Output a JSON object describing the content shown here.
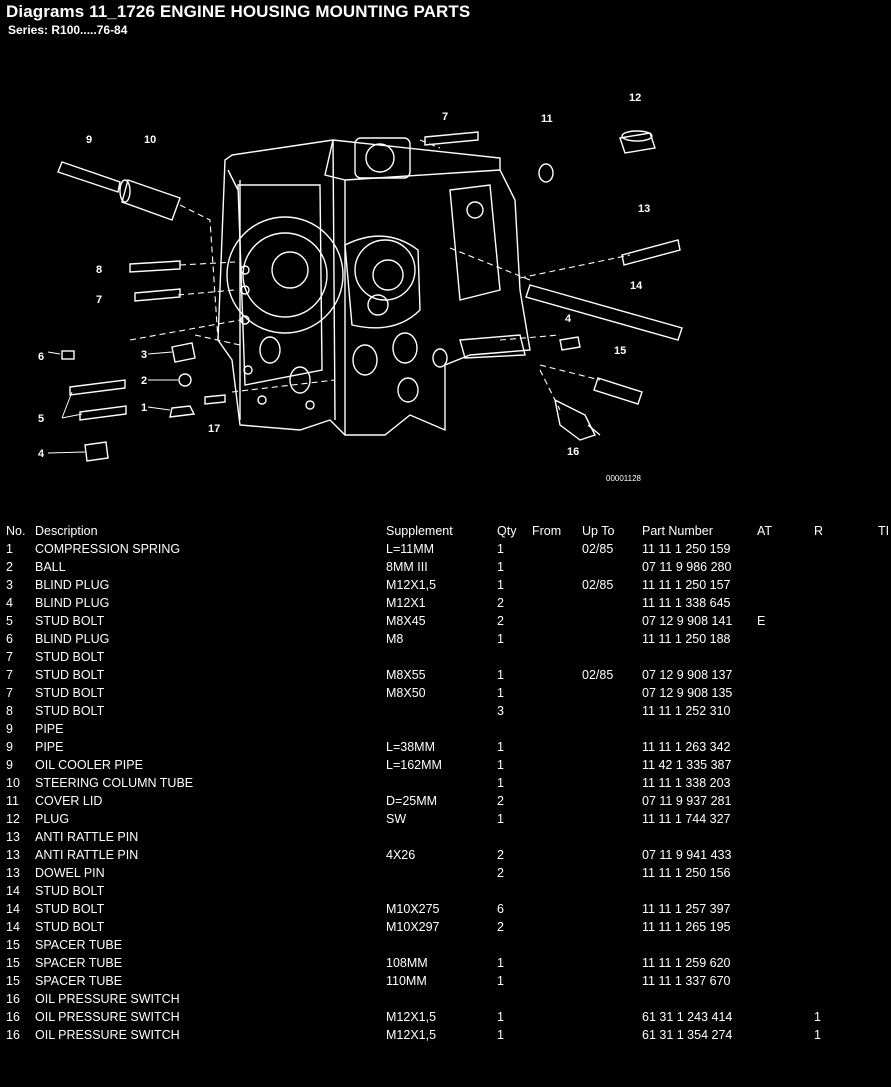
{
  "header": {
    "title": "Diagrams 11_1726 ENGINE HOUSING MOUNTING PARTS",
    "series": "Series: R100.....76-84"
  },
  "diagram": {
    "image_code": "00001128",
    "callouts": [
      "9",
      "10",
      "7",
      "11",
      "12",
      "13",
      "14",
      "8",
      "7",
      "6",
      "3",
      "2",
      "1",
      "5",
      "4",
      "17",
      "4",
      "15",
      "16"
    ]
  },
  "table": {
    "columns": {
      "no": "No.",
      "desc": "Description",
      "sup": "Supplement",
      "qty": "Qty",
      "from": "From",
      "upto": "Up To",
      "pn": "Part Number",
      "at": "AT",
      "r": "R",
      "ti": "TI"
    },
    "rows": [
      {
        "no": "1",
        "desc": "COMPRESSION SPRING",
        "sup": "L=11MM",
        "qty": "1",
        "from": "",
        "upto": "02/85",
        "pn": "11 11 1 250 159",
        "at": "",
        "r": "",
        "ti": ""
      },
      {
        "no": "2",
        "desc": "BALL",
        "sup": "8MM III",
        "qty": "1",
        "from": "",
        "upto": "",
        "pn": "07 11 9 986 280",
        "at": "",
        "r": "",
        "ti": ""
      },
      {
        "no": "3",
        "desc": "BLIND PLUG",
        "sup": "M12X1,5",
        "qty": "1",
        "from": "",
        "upto": "02/85",
        "pn": "11 11 1 250 157",
        "at": "",
        "r": "",
        "ti": ""
      },
      {
        "no": "4",
        "desc": "BLIND PLUG",
        "sup": "M12X1",
        "qty": "2",
        "from": "",
        "upto": "",
        "pn": "11 11 1 338 645",
        "at": "",
        "r": "",
        "ti": ""
      },
      {
        "no": "5",
        "desc": "STUD BOLT",
        "sup": "M8X45",
        "qty": "2",
        "from": "",
        "upto": "",
        "pn": "07 12 9 908 141",
        "at": "E",
        "r": "",
        "ti": ""
      },
      {
        "no": "6",
        "desc": "BLIND PLUG",
        "sup": "M8",
        "qty": "1",
        "from": "",
        "upto": "",
        "pn": "11 11 1 250 188",
        "at": "",
        "r": "",
        "ti": ""
      },
      {
        "no": "7",
        "desc": "STUD BOLT",
        "sup": "",
        "qty": "",
        "from": "",
        "upto": "",
        "pn": "",
        "at": "",
        "r": "",
        "ti": ""
      },
      {
        "no": "7",
        "desc": "STUD BOLT",
        "sup": "M8X55",
        "qty": "1",
        "from": "",
        "upto": "02/85",
        "pn": "07 12 9 908 137",
        "at": "",
        "r": "",
        "ti": ""
      },
      {
        "no": "7",
        "desc": "STUD BOLT",
        "sup": "M8X50",
        "qty": "1",
        "from": "",
        "upto": "",
        "pn": "07 12 9 908 135",
        "at": "",
        "r": "",
        "ti": ""
      },
      {
        "no": "8",
        "desc": "STUD BOLT",
        "sup": "",
        "qty": "3",
        "from": "",
        "upto": "",
        "pn": "11 11 1 252 310",
        "at": "",
        "r": "",
        "ti": ""
      },
      {
        "no": "9",
        "desc": "PIPE",
        "sup": "",
        "qty": "",
        "from": "",
        "upto": "",
        "pn": "",
        "at": "",
        "r": "",
        "ti": ""
      },
      {
        "no": "9",
        "desc": "PIPE",
        "sup": "L=38MM",
        "qty": "1",
        "from": "",
        "upto": "",
        "pn": "11 11 1 263 342",
        "at": "",
        "r": "",
        "ti": ""
      },
      {
        "no": "9",
        "desc": "OIL COOLER PIPE",
        "sup": "L=162MM",
        "qty": "1",
        "from": "",
        "upto": "",
        "pn": "11 42 1 335 387",
        "at": "",
        "r": "",
        "ti": ""
      },
      {
        "no": "10",
        "desc": "STEERING COLUMN TUBE",
        "sup": "",
        "qty": "1",
        "from": "",
        "upto": "",
        "pn": "11 11 1 338 203",
        "at": "",
        "r": "",
        "ti": ""
      },
      {
        "no": "11",
        "desc": "COVER LID",
        "sup": "D=25MM",
        "qty": "2",
        "from": "",
        "upto": "",
        "pn": "07 11 9 937 281",
        "at": "",
        "r": "",
        "ti": ""
      },
      {
        "no": "12",
        "desc": "PLUG",
        "sup": "SW",
        "qty": "1",
        "from": "",
        "upto": "",
        "pn": "11 11 1 744 327",
        "at": "",
        "r": "",
        "ti": ""
      },
      {
        "no": "13",
        "desc": "ANTI RATTLE PIN",
        "sup": "",
        "qty": "",
        "from": "",
        "upto": "",
        "pn": "",
        "at": "",
        "r": "",
        "ti": ""
      },
      {
        "no": "13",
        "desc": "ANTI RATTLE PIN",
        "sup": "4X26",
        "qty": "2",
        "from": "",
        "upto": "",
        "pn": "07 11 9 941 433",
        "at": "",
        "r": "",
        "ti": ""
      },
      {
        "no": "13",
        "desc": "DOWEL PIN",
        "sup": "",
        "qty": "2",
        "from": "",
        "upto": "",
        "pn": "11 11 1 250 156",
        "at": "",
        "r": "",
        "ti": ""
      },
      {
        "no": "14",
        "desc": "STUD BOLT",
        "sup": "",
        "qty": "",
        "from": "",
        "upto": "",
        "pn": "",
        "at": "",
        "r": "",
        "ti": ""
      },
      {
        "no": "14",
        "desc": "STUD BOLT",
        "sup": "M10X275",
        "qty": "6",
        "from": "",
        "upto": "",
        "pn": "11 11 1 257 397",
        "at": "",
        "r": "",
        "ti": ""
      },
      {
        "no": "14",
        "desc": "STUD BOLT",
        "sup": "M10X297",
        "qty": "2",
        "from": "",
        "upto": "",
        "pn": "11 11 1 265 195",
        "at": "",
        "r": "",
        "ti": ""
      },
      {
        "no": "15",
        "desc": "SPACER TUBE",
        "sup": "",
        "qty": "",
        "from": "",
        "upto": "",
        "pn": "",
        "at": "",
        "r": "",
        "ti": ""
      },
      {
        "no": "15",
        "desc": "SPACER TUBE",
        "sup": "108MM",
        "qty": "1",
        "from": "",
        "upto": "",
        "pn": "11 11 1 259 620",
        "at": "",
        "r": "",
        "ti": ""
      },
      {
        "no": "15",
        "desc": "SPACER TUBE",
        "sup": "110MM",
        "qty": "1",
        "from": "",
        "upto": "",
        "pn": "11 11 1 337 670",
        "at": "",
        "r": "",
        "ti": ""
      },
      {
        "no": "16",
        "desc": "OIL PRESSURE SWITCH",
        "sup": "",
        "qty": "",
        "from": "",
        "upto": "",
        "pn": "",
        "at": "",
        "r": "",
        "ti": ""
      },
      {
        "no": "16",
        "desc": "OIL PRESSURE SWITCH",
        "sup": "M12X1,5",
        "qty": "1",
        "from": "",
        "upto": "",
        "pn": "61 31 1 243 414",
        "at": "",
        "r": "1",
        "ti": ""
      },
      {
        "no": "16",
        "desc": "OIL PRESSURE SWITCH",
        "sup": "M12X1,5",
        "qty": "1",
        "from": "",
        "upto": "",
        "pn": "61 31 1 354 274",
        "at": "",
        "r": "1",
        "ti": ""
      }
    ]
  }
}
